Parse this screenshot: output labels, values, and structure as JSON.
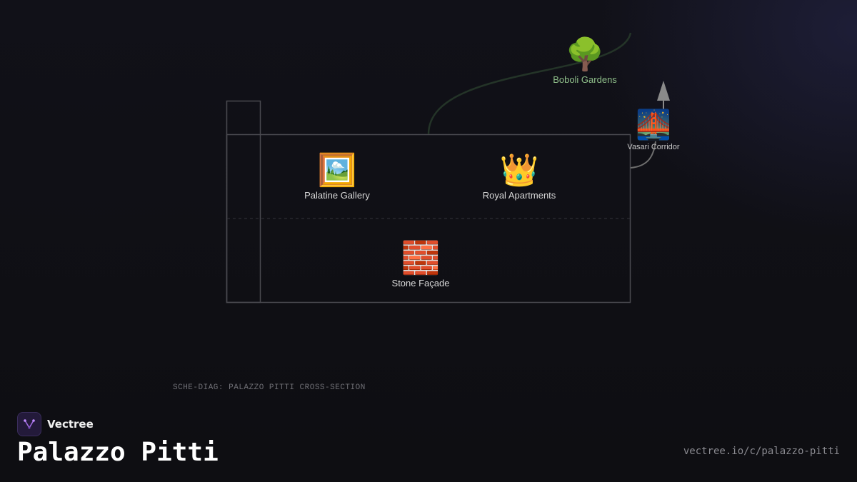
{
  "diagram": {
    "nodes": [
      {
        "id": "boboli",
        "icon": "tree-icon",
        "glyph": "🌳",
        "label": "Boboli Gardens"
      },
      {
        "id": "vasari",
        "icon": "bridge-icon",
        "glyph": "🌉",
        "label": "Vasari Corridor"
      },
      {
        "id": "palatine",
        "icon": "framed-picture-icon",
        "glyph": "🖼️",
        "label": "Palatine Gallery"
      },
      {
        "id": "royal",
        "icon": "crown-icon",
        "glyph": "👑",
        "label": "Royal Apartments"
      },
      {
        "id": "facade",
        "icon": "brick-icon",
        "glyph": "🧱",
        "label": "Stone Façade"
      }
    ],
    "caption": "SCHE-DIAG: PALAZZO PITTI CROSS-SECTION",
    "colors": {
      "outline": "#4a4a50",
      "garden_path": "#243428",
      "arrow": "#8a8a8a"
    }
  },
  "footer": {
    "brand_name": "Vectree",
    "title": "Palazzo Pitti",
    "url": "vectree.io/c/palazzo-pitti"
  }
}
